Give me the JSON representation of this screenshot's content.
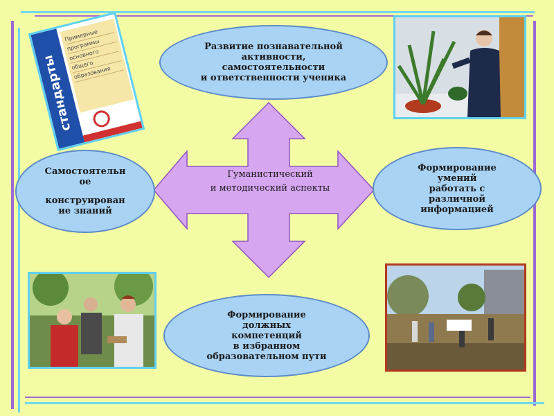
{
  "diagram": {
    "center": {
      "lines": [
        "Гуманистический",
        "и методический аспекты"
      ]
    },
    "nodes": {
      "top": {
        "lines": [
          "Развитие познавательной",
          "активности,",
          "самостоятельности",
          "и ответственности ученика"
        ]
      },
      "left": {
        "lines": [
          "Самостоятельн",
          "ое",
          "",
          "конструирован",
          "ие знаний"
        ]
      },
      "right": {
        "lines": [
          "Формирование",
          "умений",
          "работать с",
          "различной",
          "информацией"
        ]
      },
      "bottom": {
        "lines": [
          "Формирование",
          "должных",
          "компетенций",
          "в избранном",
          "образовательном пути"
        ]
      }
    },
    "book": {
      "title": "стандарты",
      "lines": [
        "Примерные",
        "программы",
        "основного",
        "общего",
        "образования"
      ]
    },
    "colors": {
      "background": "#f3fba4",
      "ellipse_fill": "#a9d3f5",
      "ellipse_border": "#5b8bc8",
      "arrow_fill": "#d6a6f0",
      "arrow_border": "#8f55c2"
    }
  }
}
